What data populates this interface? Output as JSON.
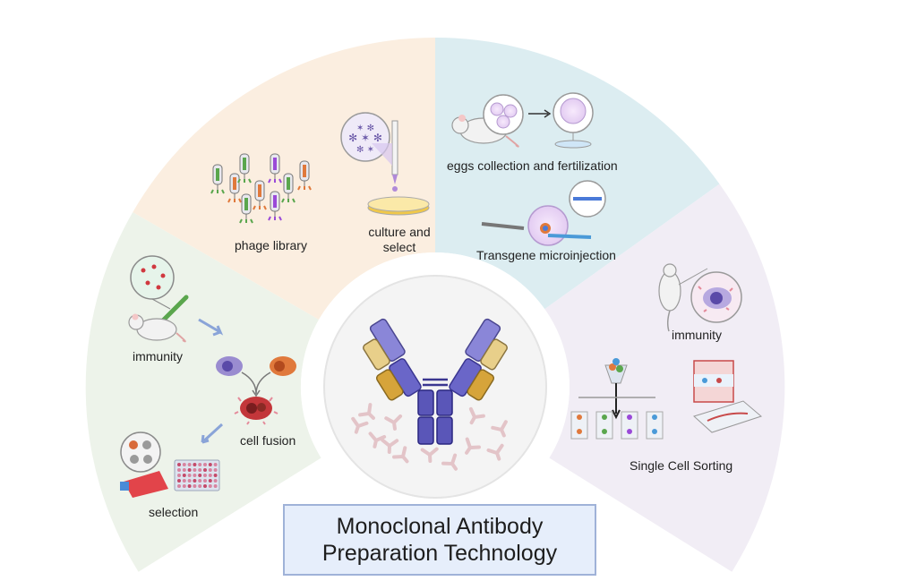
{
  "title": {
    "line1": "Monoclonal Antibody",
    "line2": "Preparation Technology"
  },
  "sectors": {
    "hybridoma": {
      "color": "#edf3ea",
      "labels": {
        "immunity": "immunity",
        "cell_fusion": "cell fusion",
        "selection": "selection"
      }
    },
    "phage_display": {
      "color": "#fbeee0",
      "labels": {
        "phage_library": "phage library",
        "culture_line1": "culture and",
        "culture_line2": "select"
      }
    },
    "transgenic": {
      "color": "#dcedf1",
      "labels": {
        "eggs": "eggs collection and fertilization",
        "microinjection": "Transgene microinjection"
      }
    },
    "single_cell": {
      "color": "#f1edf5",
      "labels": {
        "immunity": "immunity",
        "sorting": "Single Cell Sorting"
      }
    }
  },
  "icons": [
    "mouse-icon",
    "cells-circle-icon",
    "syringe-icon",
    "arrow-icon",
    "cell-fusion-icon",
    "flask-icon",
    "well-plate-icon",
    "phage-icon",
    "petri-dish-icon",
    "pipette-icon",
    "egg-cell-icon",
    "microinjection-icon",
    "cell-sorter-icon",
    "microfluidic-chip-icon",
    "antibody-icon"
  ]
}
